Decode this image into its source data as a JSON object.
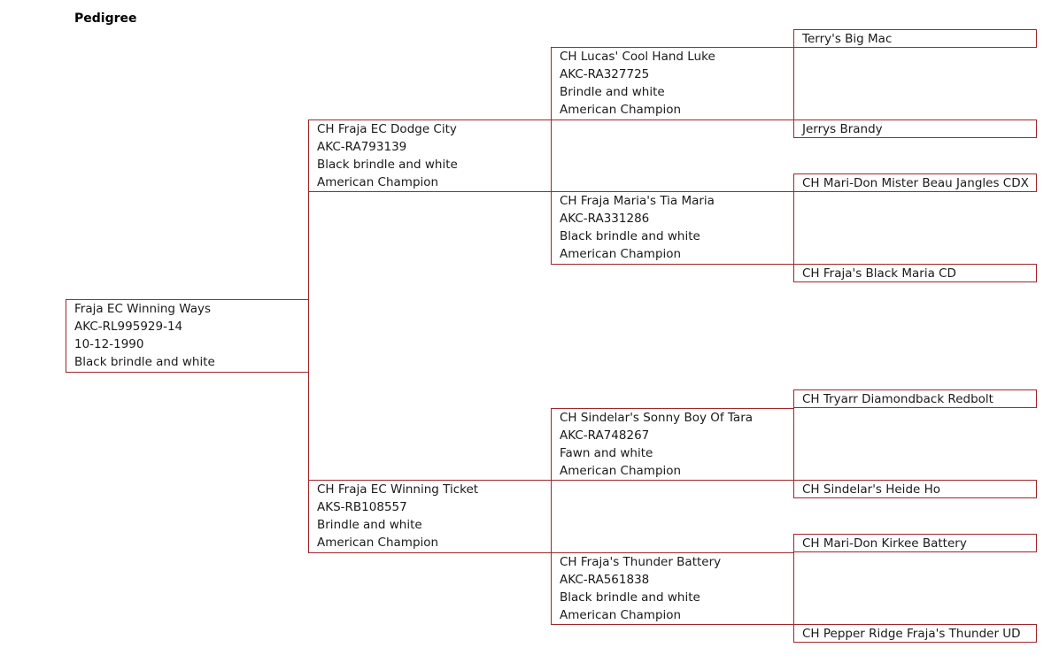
{
  "page": {
    "title": "Pedigree"
  },
  "subject": {
    "name": "Fraja EC Winning Ways",
    "reg": "AKC-RL995929-14",
    "date": "10-12-1990",
    "color": "Black brindle and white"
  },
  "sire": {
    "name": "CH Fraja EC Dodge City",
    "reg": "AKC-RA793139",
    "color": "Black brindle and white",
    "title": "American Champion"
  },
  "dam": {
    "name": "CH Fraja EC Winning Ticket",
    "reg": "AKS-RB108557",
    "color": "Brindle and white",
    "title": "American Champion"
  },
  "sire_sire": {
    "name": "CH Lucas' Cool Hand Luke",
    "reg": "AKC-RA327725",
    "color": "Brindle and white",
    "title": "American Champion"
  },
  "sire_dam": {
    "name": "CH Fraja Maria's Tia Maria",
    "reg": "AKC-RA331286",
    "color": "Black brindle and white",
    "title": "American Champion"
  },
  "dam_sire": {
    "name": "CH Sindelar's Sonny Boy Of Tara",
    "reg": "AKC-RA748267",
    "color": "Fawn and white",
    "title": "American Champion"
  },
  "dam_dam": {
    "name": "CH Fraja's Thunder Battery",
    "reg": "AKC-RA561838",
    "color": "Black brindle and white",
    "title": "American Champion"
  },
  "gen3": [
    {
      "name": "Terry's Big Mac"
    },
    {
      "name": "Jerrys Brandy"
    },
    {
      "name": "CH Mari-Don Mister Beau Jangles CDX"
    },
    {
      "name": "CH Fraja's Black Maria CD"
    },
    {
      "name": "CH Tryarr Diamondback Redbolt"
    },
    {
      "name": "CH Sindelar's Heide Ho"
    },
    {
      "name": "CH Mari-Don Kirkee Battery"
    },
    {
      "name": "CH Pepper Ridge Fraja's Thunder UD"
    }
  ],
  "colors": {
    "line": "#a0262b",
    "text": "#1a1a1a"
  }
}
